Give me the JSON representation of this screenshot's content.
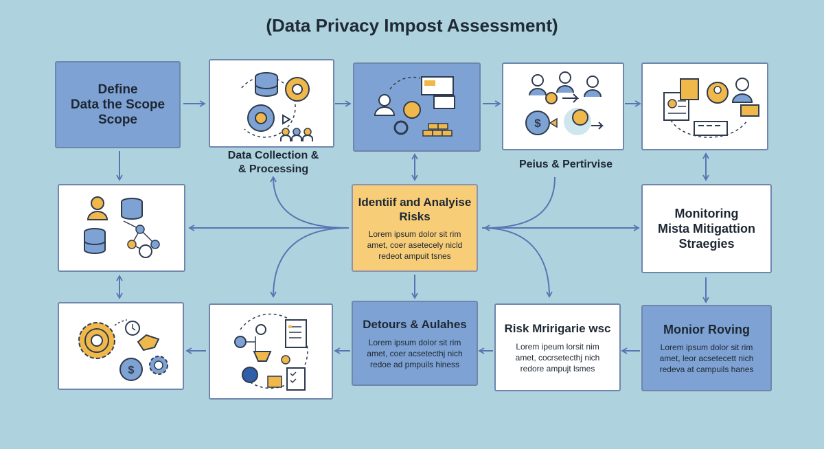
{
  "title": "(Data Privacy Impost Assessment)",
  "nodes": {
    "define_scope": {
      "lines": [
        "Define",
        "Data the Scope",
        "Scope"
      ]
    },
    "data_collection": {
      "caption_lines": [
        "Data Collection &",
        "& Processing"
      ]
    },
    "pelus": {
      "caption": "Peius & Pertirvise"
    },
    "identify_risks": {
      "heading_lines": [
        "Identiif and Analyise",
        "Risks"
      ],
      "body_lines": [
        "Lorem ipsum dolor sit rim",
        "amet, coer asetecely nicld",
        "redeot ampuit tsnes"
      ]
    },
    "monitoring": {
      "heading_lines": [
        "Monitoring",
        "Mista Mitigattion",
        "Straegies"
      ]
    },
    "detours": {
      "heading": "Detours & Aulahes",
      "body_lines": [
        "Lorem ipsum dolor sit rim",
        "amet, coer acsetecthj nich",
        "redoe ad pmpuils hiness"
      ]
    },
    "risk_mitigation": {
      "heading": "Risk Mririgarie wsc",
      "body_lines": [
        "Lorem ipeum lorsit nim",
        "amet, cocrsetecthj nich",
        "redore ampujt lsmes"
      ]
    },
    "monior_roving": {
      "heading": "Monior Roving",
      "body_lines": [
        "Lorem ipsum dolor sit rim",
        "amet, leor acsetecett nich",
        "redeva at campuils hanes"
      ]
    }
  },
  "icons": {
    "data_collection": "database-gears-people-icon",
    "analysis": "person-screens-gears-icon",
    "pelus": "people-money-exchange-icon",
    "documents": "documents-person-handshake-icon",
    "database_network": "database-network-icon",
    "gears_money": "gears-money-handshake-icon",
    "documents_workflow": "workflow-checklist-icon"
  },
  "colors": {
    "background": "#aed3de",
    "box_blue": "#7ea2d3",
    "box_orange": "#f8cd78",
    "connector": "#5a74b3",
    "icon_gold": "#f0b84a",
    "icon_stroke": "#2e3a4e"
  }
}
